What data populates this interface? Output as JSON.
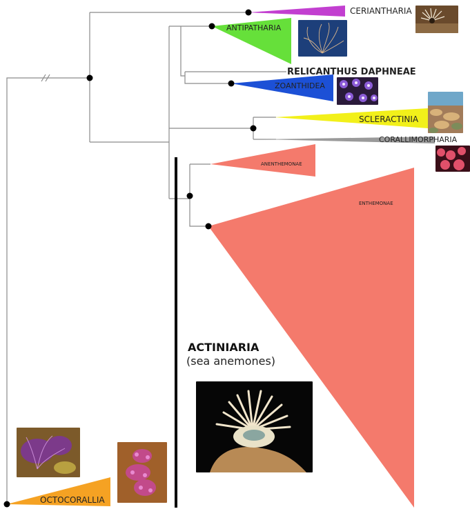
{
  "clades": {
    "ceriantharia": {
      "label": "CERIANTHARIA",
      "color": "#c23fd0"
    },
    "antipatharia": {
      "label": "ANTIPATHARIA",
      "color": "#66e03a"
    },
    "relicanthus": {
      "label": "RELICANTHUS DAPHNEAE"
    },
    "zoanthidea": {
      "label": "ZOANTHIDEA",
      "color": "#1c50d6"
    },
    "scleractinia": {
      "label": "SCLERACTINIA",
      "color": "#f2f01a"
    },
    "corallimorpharia": {
      "label": "CORALLIMORPHARIA",
      "color": "#9a9a9a"
    },
    "anenthemonae": {
      "label": "ANENTHEMONAE",
      "color": "#f47a6c"
    },
    "enthemonae": {
      "label": "ENTHEMONAE",
      "color": "#f47a6c"
    },
    "octocorallia": {
      "label": "OCTOCORALLIA",
      "color": "#f5a223"
    }
  },
  "actiniaria": {
    "title": "ACTINIARIA",
    "subtitle": "(sea anemones)"
  },
  "photos": [
    {
      "name": "ceriantharia-photo",
      "icon": "tube-anemone-photo"
    },
    {
      "name": "antipatharia-photo",
      "icon": "black-coral-photo"
    },
    {
      "name": "zoanthidea-photo",
      "icon": "zoanthid-colony-photo"
    },
    {
      "name": "scleractinia-photo",
      "icon": "stony-coral-reef-photo"
    },
    {
      "name": "corallimorpharia-photo",
      "icon": "corallimorph-photo"
    },
    {
      "name": "actiniaria-photo",
      "icon": "sea-anemone-photo"
    },
    {
      "name": "octocorallia-photo-1",
      "icon": "sea-fan-photo"
    },
    {
      "name": "octocorallia-photo-2",
      "icon": "soft-coral-photo"
    }
  ]
}
